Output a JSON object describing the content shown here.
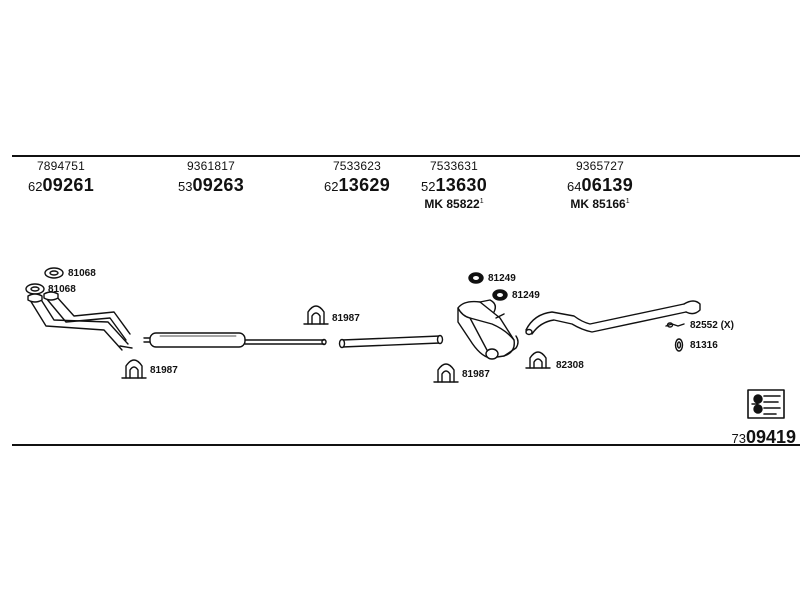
{
  "headers": [
    {
      "oe": "7894751",
      "prefix": "62",
      "number": "09261",
      "mk": "",
      "mk_sup": ""
    },
    {
      "oe": "9361817",
      "prefix": "53",
      "number": "09263",
      "mk": "",
      "mk_sup": ""
    },
    {
      "oe": "7533623",
      "prefix": "62",
      "number": "13629",
      "mk": "",
      "mk_sup": ""
    },
    {
      "oe": "7533631",
      "prefix": "52",
      "number": "13630",
      "mk": "MK 85822",
      "mk_sup": "1"
    },
    {
      "oe": "9365727",
      "prefix": "64",
      "number": "06139",
      "mk": "MK 85166",
      "mk_sup": "1"
    }
  ],
  "part_labels": {
    "gasket_top": "81068",
    "gasket_bottom": "81068",
    "clamp_front": "81987",
    "clamp_mid": "81987",
    "clamp_rear": "81987",
    "ring_top": "81249",
    "ring_bottom": "81249",
    "clamp_tail": "82308",
    "hanger": "82552 (X)",
    "rubber_mount": "81316"
  },
  "reference": {
    "prefix": "73",
    "number": "09419"
  },
  "icons": {
    "logo": "exhaust-system-logo-icon"
  }
}
